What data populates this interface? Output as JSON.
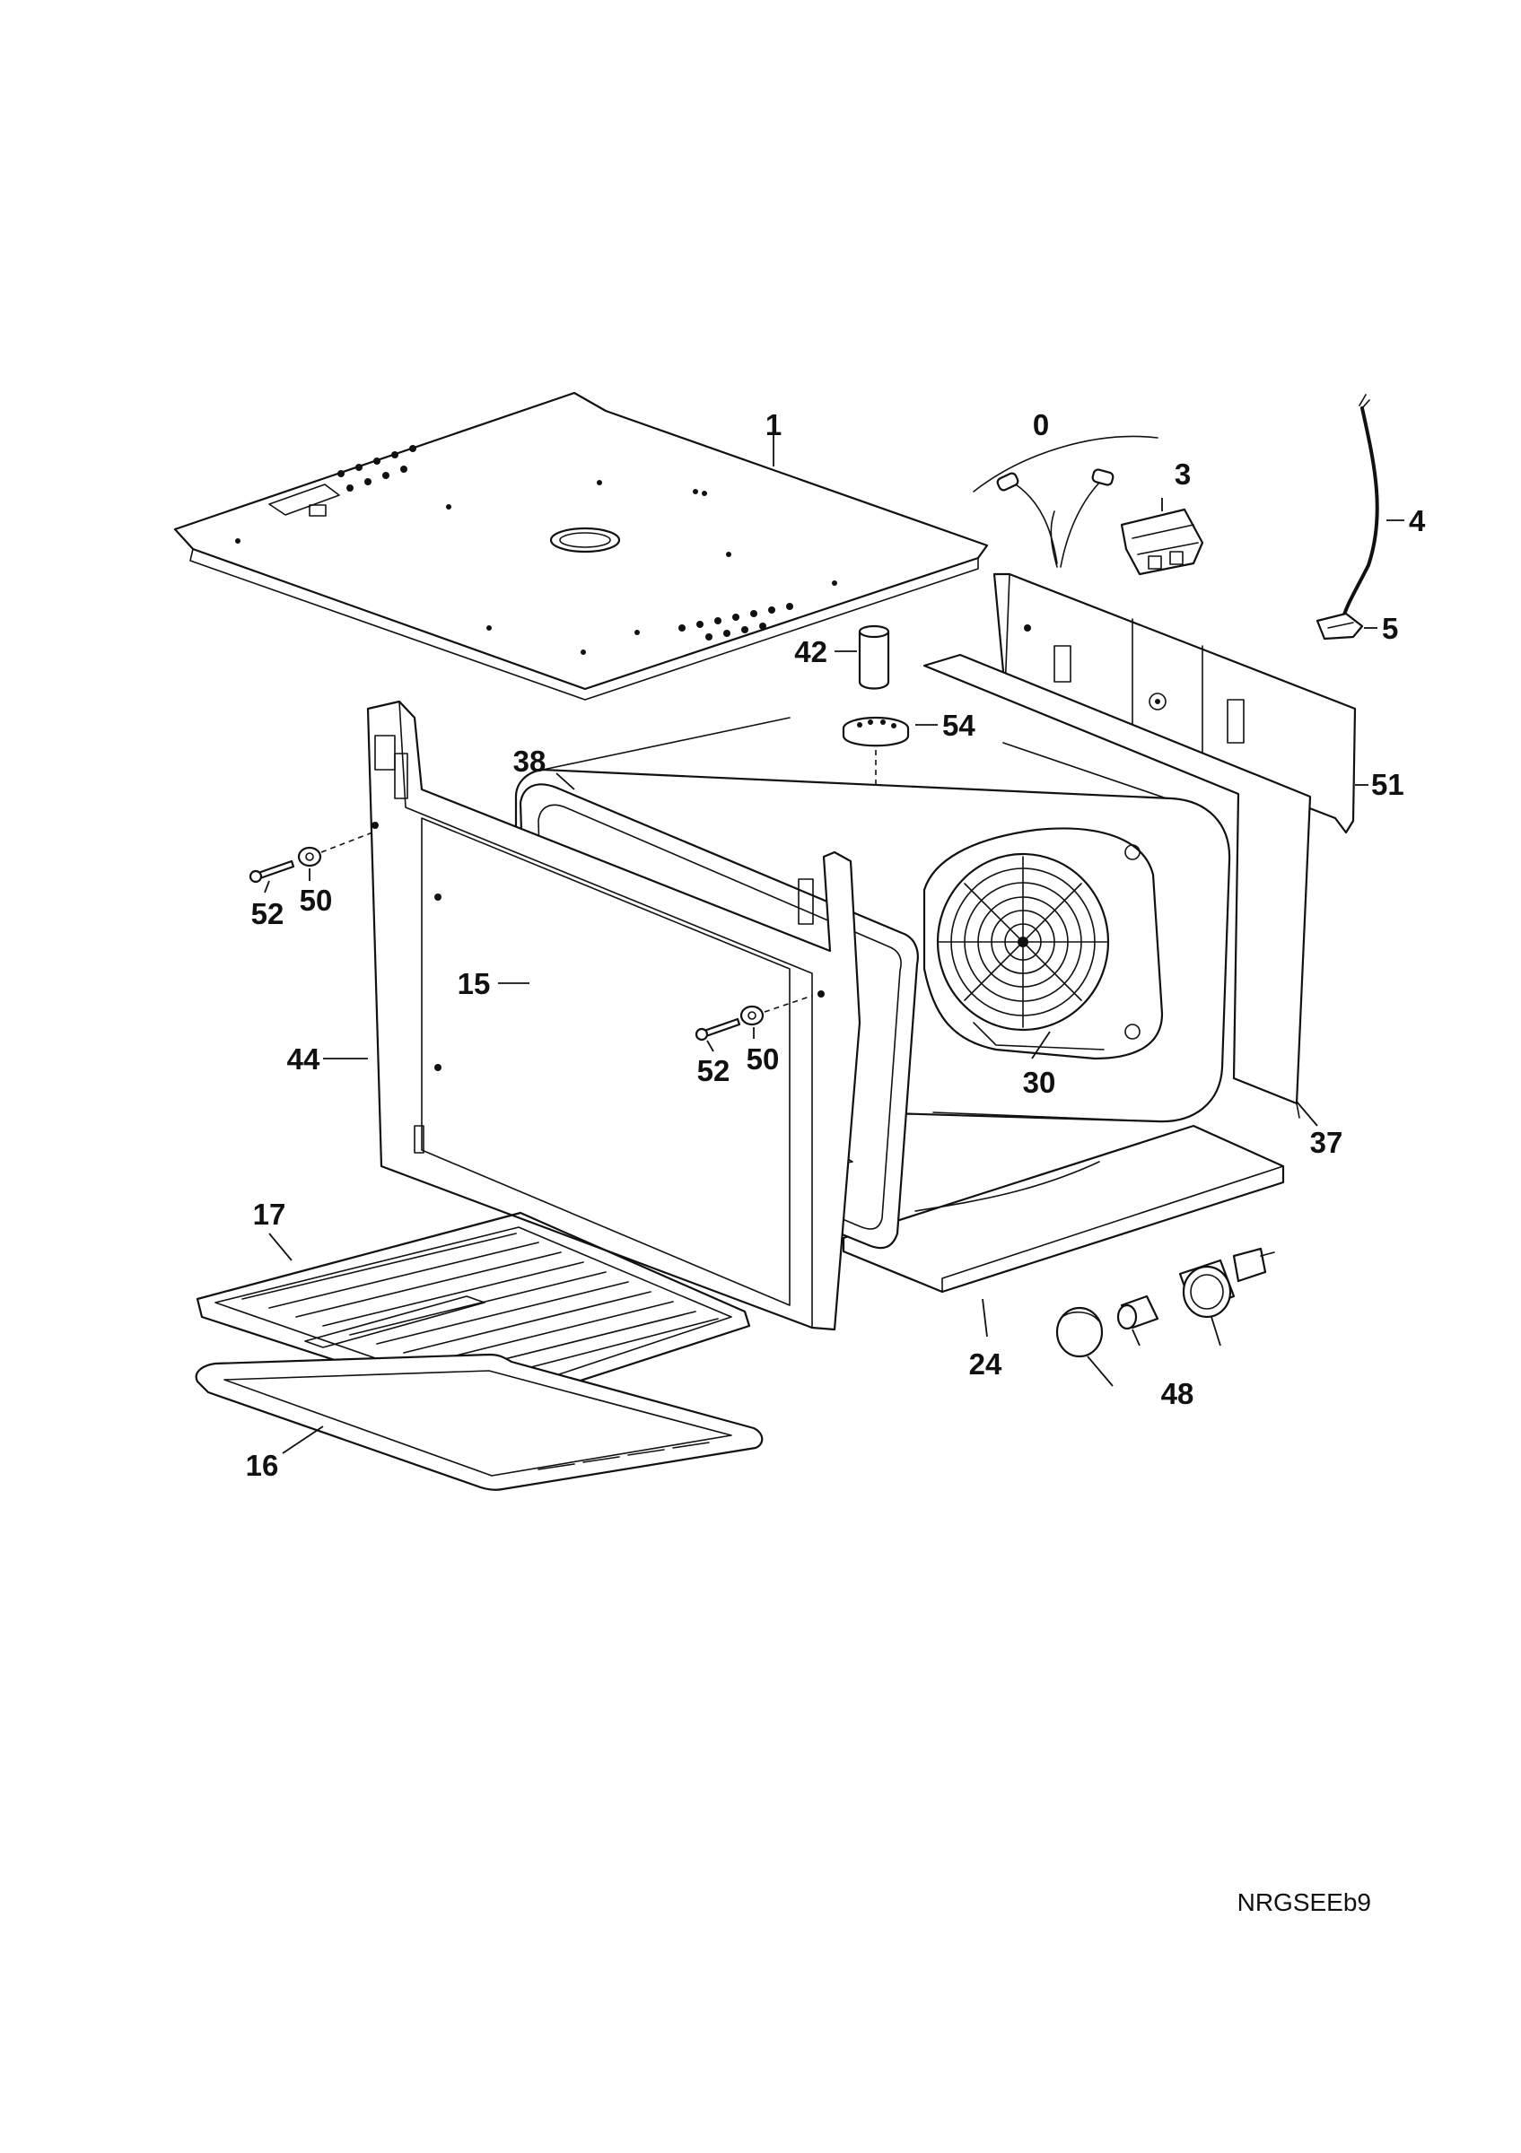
{
  "diagram": {
    "reference_code": "NRGSEEb9",
    "callouts": [
      "1",
      "0",
      "3",
      "4",
      "5",
      "42",
      "54",
      "38",
      "51",
      "52",
      "50",
      "15",
      "44",
      "52",
      "50",
      "30",
      "37",
      "17",
      "24",
      "48",
      "16"
    ]
  }
}
